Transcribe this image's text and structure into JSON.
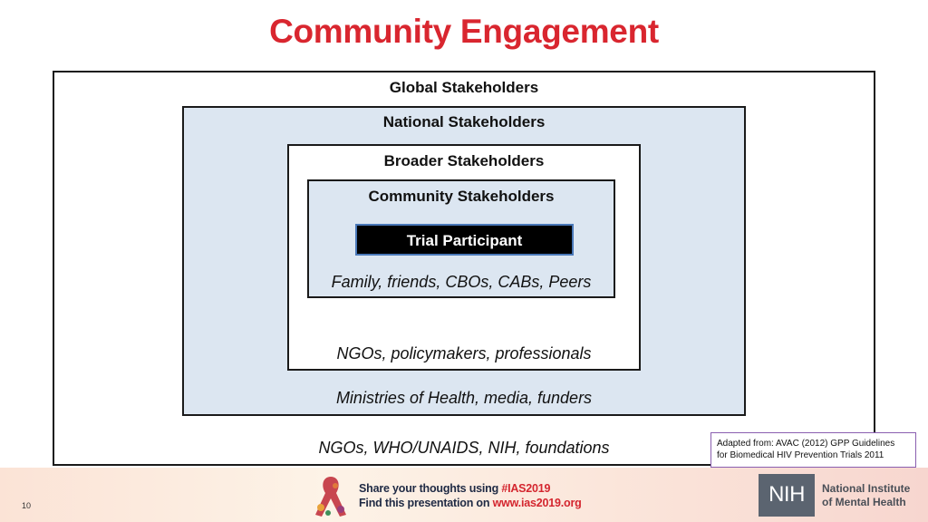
{
  "title": "Community Engagement",
  "colors": {
    "title": "#D9262F",
    "box_fill": "#DCE6F1",
    "border": "#1A1A1A",
    "trial_fill": "#000000",
    "trial_border": "#4A78B8",
    "source_border": "#8A5FB0"
  },
  "diagram": {
    "global": {
      "label": "Global Stakeholders",
      "examples": "NGOs, WHO/UNAIDS, NIH, foundations"
    },
    "national": {
      "label": "National Stakeholders",
      "examples": "Ministries of Health, media, funders"
    },
    "broader": {
      "label": "Broader Stakeholders",
      "examples": "NGOs, policymakers, professionals"
    },
    "community": {
      "label": "Community Stakeholders",
      "examples": "Family, friends, CBOs, CABs, Peers"
    },
    "trial": {
      "label": "Trial Participant"
    }
  },
  "source_note": {
    "line1": "Adapted from: AVAC (2012) GPP Guidelines",
    "line2": "for Biomedical HIV Prevention Trials 2011"
  },
  "footer": {
    "share_prefix": "Share your thoughts using ",
    "share_tag": "#IAS2019",
    "find_prefix": "Find this presentation on ",
    "find_url": "www.ias2019.org",
    "page_number": "10",
    "nih_logo": "NIH",
    "nih_name_line1": "National Institute",
    "nih_name_line2": "of Mental Health"
  }
}
